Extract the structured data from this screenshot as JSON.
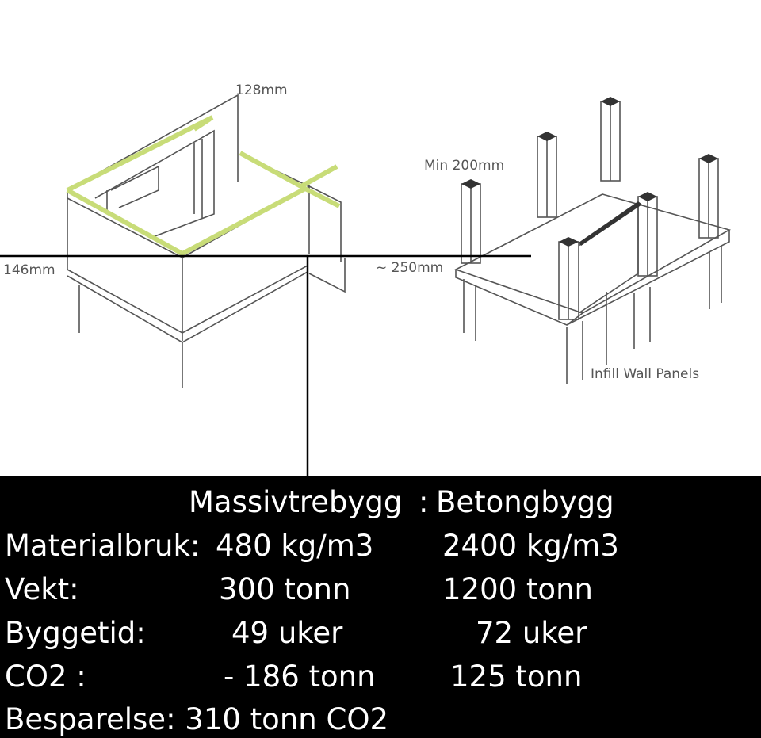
{
  "diagram": {
    "labels": {
      "wall_thickness": "128mm",
      "slab_thickness_left": "146mm",
      "column_size": "Min 200mm",
      "slab_thickness_right": "~ 250mm",
      "infill": "Infill Wall Panels"
    },
    "colors": {
      "clt_highlight": "#c8dc78",
      "outline": "#555555",
      "divider": "#000000"
    }
  },
  "comparison": {
    "header": {
      "left": "Massivtrebygg",
      "separator": ":",
      "right": "Betongbygg"
    },
    "rows": [
      {
        "label": "Materialbruk:",
        "left": "480 kg/m3",
        "right": "2400 kg/m3"
      },
      {
        "label": "Vekt:",
        "left": "300 tonn",
        "right": "1200 tonn"
      },
      {
        "label": "Byggetid:",
        "left": "49 uker",
        "right": "72 uker"
      },
      {
        "label": "CO2 :",
        "left": "- 186 tonn",
        "right": "125 tonn"
      }
    ],
    "summary": "Besparelse: 310 tonn CO2"
  }
}
